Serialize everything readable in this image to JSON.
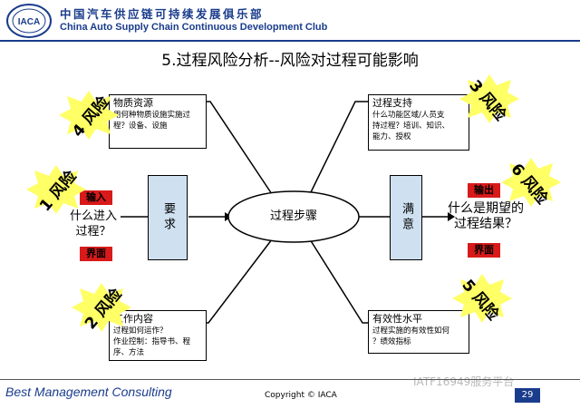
{
  "header": {
    "org_cn": "中国汽车供应链可持续发展俱乐部",
    "org_en": "China Auto Supply Chain Continuous Development Club",
    "logo_text": "IACA"
  },
  "title": "5.过程风险分析--风险对过程可能影响",
  "diagram": {
    "center": "过程步骤",
    "left_box": "要求",
    "right_box": "满意",
    "left_text": [
      "什么进入",
      "过程？"
    ],
    "right_text": [
      "什么是期望的",
      "过程结果？"
    ],
    "input_label": "输入",
    "input_iface": "界面",
    "output_label": "输出",
    "output_iface": "界面",
    "top_left": {
      "title": "物质资源",
      "body": [
        "用何种物质设施实施过",
        "程？设备、设施"
      ]
    },
    "top_right": {
      "title": "过程支持",
      "body": [
        "什么功能区域/人员支",
        "持过程？培训、知识、",
        "能力、授权"
      ]
    },
    "bottom_left": {
      "title": "工作内容",
      "body": [
        "过程如何运作？",
        "作业控制：指导书、程",
        "序、方法"
      ]
    },
    "bottom_right": {
      "title": "有效性水平",
      "body": [
        "过程实施的有效性如何",
        "？绩效指标"
      ]
    },
    "risks": [
      "1 风险",
      "2 风险",
      "3 风险",
      "4 风险",
      "5 风险",
      "6 风险"
    ],
    "colors": {
      "box_fill": "#cfe0f0",
      "burst_fill": "#ffff66",
      "label_fill": "#d81a1a",
      "brand": "#1a3c8c"
    }
  },
  "footer": {
    "company": "Best Management Consulting",
    "copyright": "Copyright © IACA",
    "page": "29",
    "watermark": "IATF16949服务平台"
  }
}
